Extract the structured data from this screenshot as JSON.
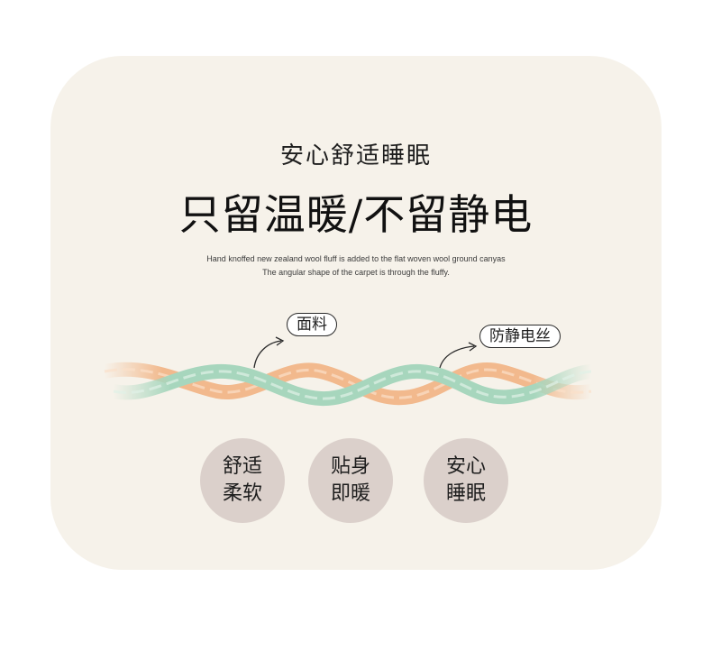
{
  "header": {
    "subtitle": "安心舒适睡眠",
    "title": "只留温暖/不留静电",
    "desc_line1": "Hand knoffed new zealand wool fluff is added to the flat woven wool ground canyas",
    "desc_line2": "The angular shape of the carpet is through the fluffy."
  },
  "labels": {
    "fabric": "面料",
    "antistatic_wire": "防静电丝"
  },
  "features": [
    {
      "line1": "舒适",
      "line2": "柔软"
    },
    {
      "line1": "贴身",
      "line2": "即暖"
    },
    {
      "line1": "安心",
      "line2": "睡眠"
    }
  ],
  "colors": {
    "card_bg": "#f6f2ea",
    "circle_bg": "#dbd0cb",
    "fiber_green": "#a7d6bd",
    "fiber_orange": "#f2b98d"
  }
}
